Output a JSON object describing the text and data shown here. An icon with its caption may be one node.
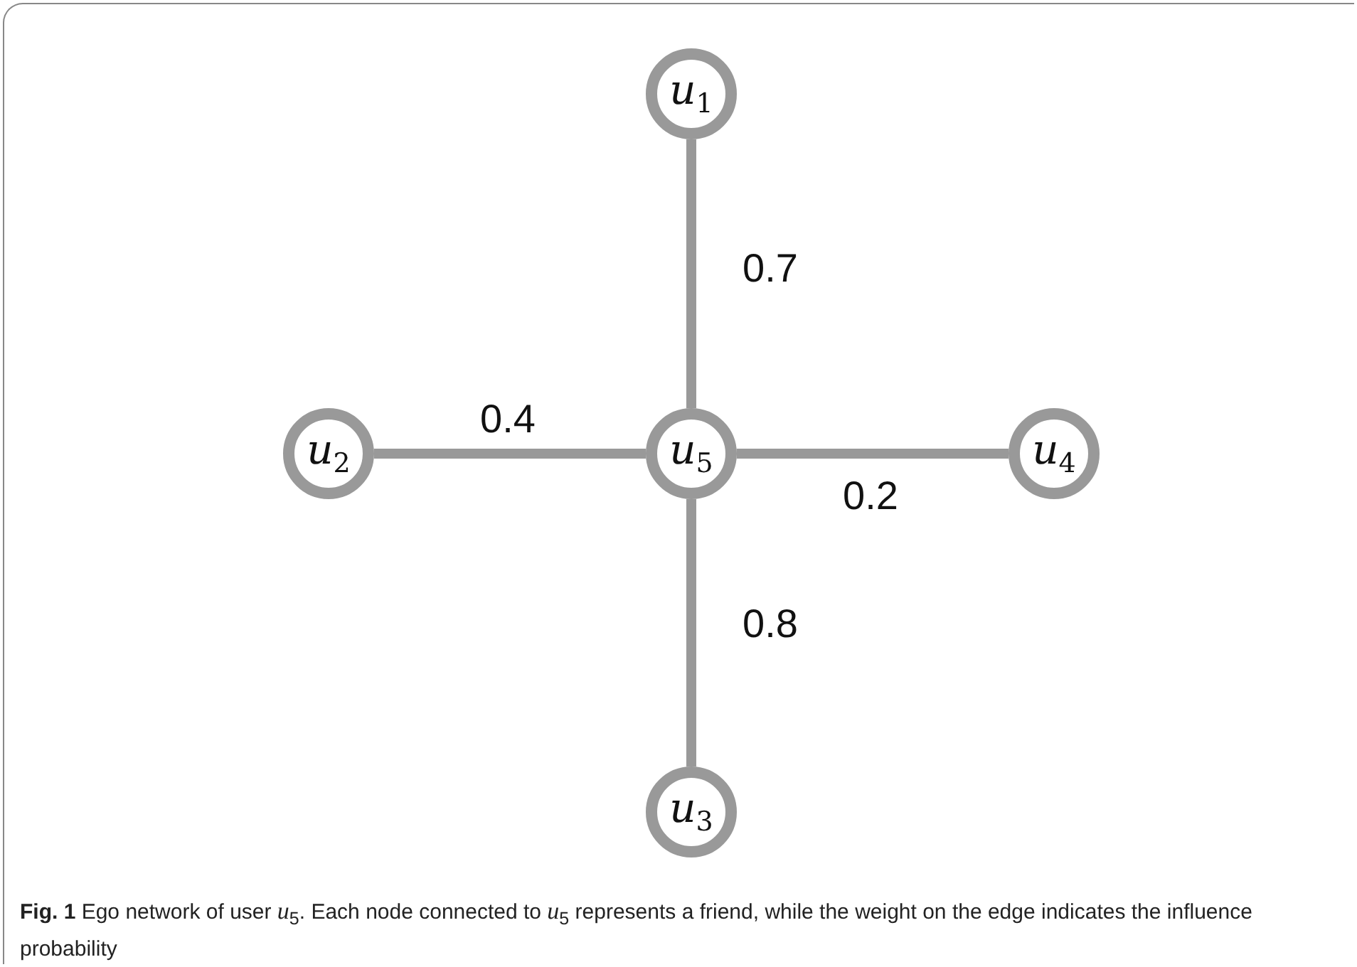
{
  "diagram": {
    "caption": "**Fig. 1** Ego network of user *u*$_{5}$. Each node connected to *u*$_{5}$ represents a friend, while the weight on the edge indicates the influence probability",
    "nodes": [
      {
        "text": [
          "*u*$_{1}$"
        ]
      },
      {
        "text": [
          "*u*$_{2}$"
        ]
      },
      {
        "text": [
          "*u*$_{5}$"
        ]
      },
      {
        "text": [
          "*u*$_{4}$"
        ]
      },
      {
        "text": [
          "*u*$_{3}$"
        ]
      }
    ],
    "edges": [
      {
        "from": 2,
        "to": 0,
        "arrow": "none",
        "label": "0.7"
      },
      {
        "from": 1,
        "to": 2,
        "arrow": "none",
        "label": "0.4"
      },
      {
        "from": 2,
        "to": 3,
        "arrow": "none",
        "label": "0.2"
      },
      {
        "from": 2,
        "to": 4,
        "arrow": "none",
        "label": "0.8"
      }
    ]
  }
}
